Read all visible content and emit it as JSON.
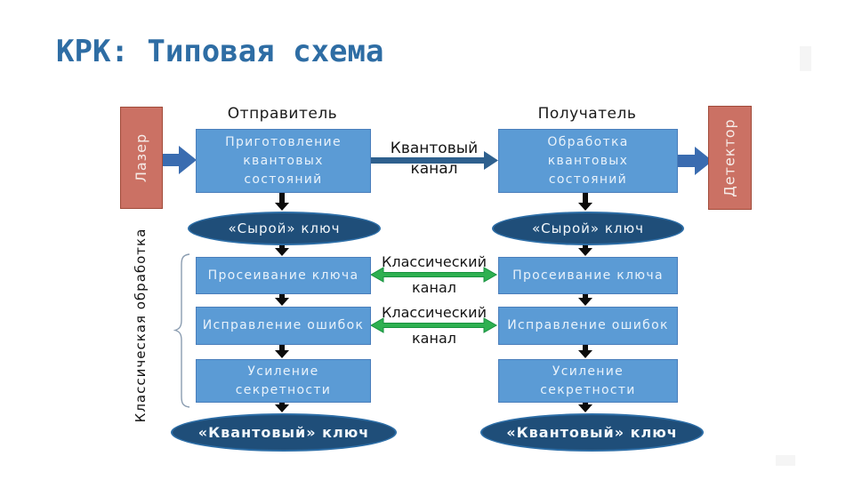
{
  "title": "КРК: Типовая схема",
  "devices": {
    "laser": "Лазер",
    "detector": "Детектор"
  },
  "sender": {
    "header": "Отправитель",
    "top_line1": "Приготовление",
    "top_line2": "квантовых",
    "top_line3": "состояний",
    "raw_key": "«Сырой» ключ",
    "sift": "Просеивание ключа",
    "error": "Исправление ошибок",
    "privacy_line1": "Усиление",
    "privacy_line2": "секретности",
    "final_key": "«Квантовый» ключ"
  },
  "receiver": {
    "header": "Получатель",
    "top_line1": "Обработка",
    "top_line2": "квантовых",
    "top_line3": "состояний",
    "raw_key": "«Сырой» ключ",
    "sift": "Просеивание ключа",
    "error": "Исправление ошибок",
    "privacy_line1": "Усиление",
    "privacy_line2": "секретности",
    "final_key": "«Квантовый» ключ"
  },
  "channels": {
    "quantum_line1": "Квантовый",
    "quantum_line2": "канал",
    "classical_top_line1": "Классический",
    "classical_top_line2": "канал",
    "classical_bottom_line1": "Классический",
    "classical_bottom_line2": "канал"
  },
  "side_label": "Классическая обработка",
  "colors": {
    "title_blue": "#2e6da4",
    "box_blue": "#5b9bd5",
    "navy": "#1f4e79",
    "salmon": "#cb7164",
    "green": "#2eb050",
    "arrow_blue": "#3a6cb0"
  }
}
